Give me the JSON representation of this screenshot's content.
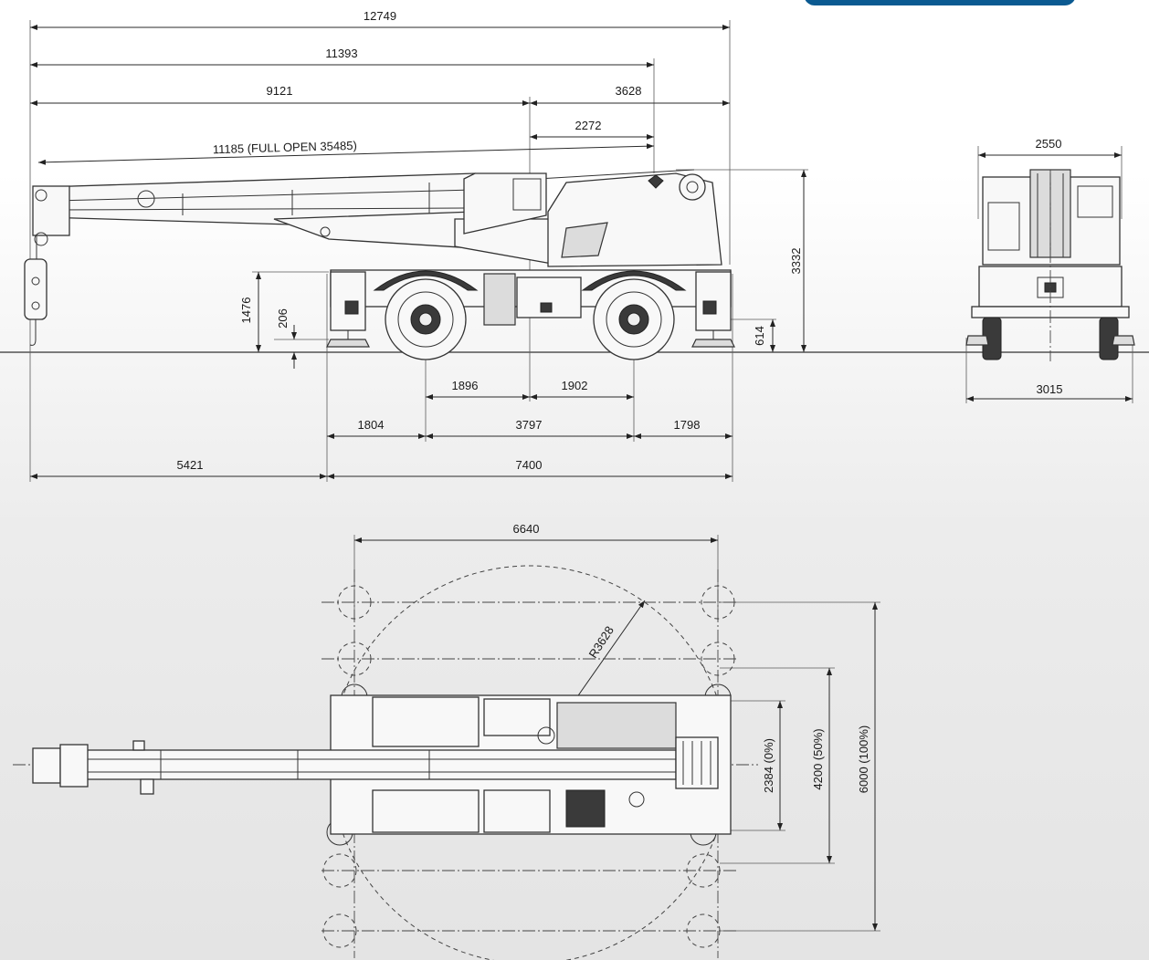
{
  "side_view": {
    "dims": {
      "overall_length": "12749",
      "boom_tip_to_rear": "11393",
      "front_to_center": "9121",
      "center_to_rear": "3628",
      "center_to_pivot": "2272",
      "boom_length": "11185 (FULL OPEN 35485)",
      "total_height": "3332",
      "outrigger_height": "1476",
      "ground_clearance_front": "206",
      "ground_clearance_rear": "614",
      "front_axle_to_center": "1896",
      "center_to_rear_axle": "1902",
      "front_overhang": "1804",
      "wheelbase": "3797",
      "rear_overhang": "1798",
      "boom_overhang": "5421",
      "carrier_length": "7400"
    }
  },
  "rear_view": {
    "dims": {
      "body_width": "2550",
      "outrigger_width": "3015"
    }
  },
  "top_view": {
    "dims": {
      "outrigger_span_length": "6640",
      "tail_swing_radius": "R3628",
      "width_0": "2384 (0%)",
      "width_50": "4200 (50%)",
      "width_100": "6000 (100%)"
    }
  },
  "colors": {
    "banner": "#0b5a91"
  }
}
